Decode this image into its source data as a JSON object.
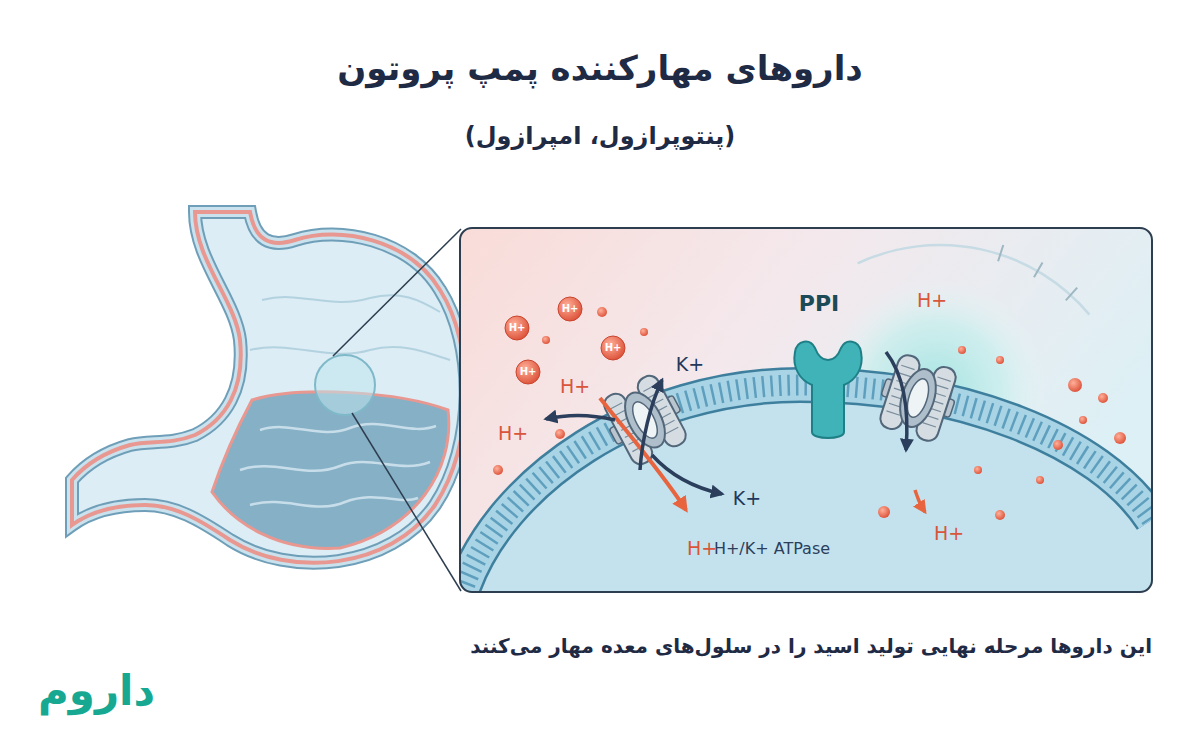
{
  "diagram": {
    "title": "داروهای مهارکننده پمپ پروتون",
    "caption": "این داروها مرحله نهایی تولید اسید را در سلول‌های معده مهار می‌کنند",
    "labels": [
      "(پنتوپرازول، امپرازول)",
      "H+",
      "H+",
      "H+",
      "H+",
      "PPI",
      "H+",
      "K+",
      "H+",
      "H+",
      "K+",
      "H+",
      "H+",
      "H+/K+ ATPase",
      "داروم"
    ]
  }
}
